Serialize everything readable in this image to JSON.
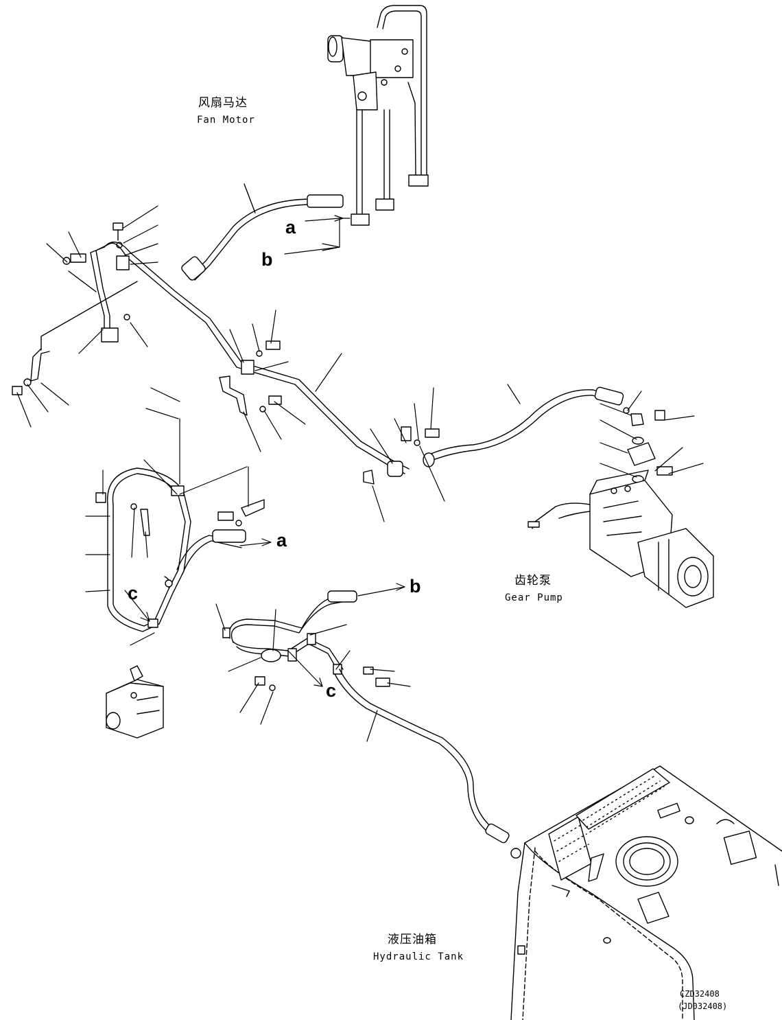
{
  "labels": {
    "fan_motor_cn": "风扇马达",
    "fan_motor_en": "Fan Motor",
    "gear_pump_cn": "齿轮泵",
    "gear_pump_en": "Gear Pump",
    "hydraulic_tank_cn": "液压油箱",
    "hydraulic_tank_en": "Hydraulic Tank"
  },
  "connection_refs": [
    "a",
    "b",
    "a",
    "b",
    "c",
    "c"
  ],
  "drawing_codes": {
    "primary": "CZD32408",
    "secondary": "(JD032408)"
  }
}
